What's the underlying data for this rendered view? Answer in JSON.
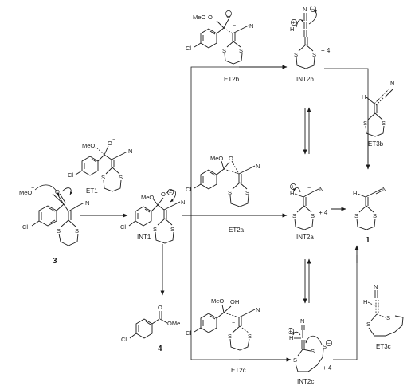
{
  "atoms": {
    "meo": "MeO",
    "o": "O",
    "cl": "Cl",
    "s": "S",
    "n": "N",
    "h": "H",
    "oh": "OH",
    "ome": "OMe"
  },
  "charges": {
    "minus": "−",
    "plus": "+"
  },
  "labels": {
    "compound_3": "3",
    "compound_4": "4",
    "compound_1": "1",
    "et1": "ET1",
    "int1": "INT1",
    "et2a": "ET2a",
    "int2a": "INT2a",
    "et2b": "ET2b",
    "int2b": "INT2b",
    "et3b": "ET3b",
    "et2c": "ET2c",
    "int2c": "INT2c",
    "et3c": "ET3c",
    "plus4_a": "+ 4",
    "plus4_b": "+ 4",
    "plus4_c": "+ 4"
  }
}
